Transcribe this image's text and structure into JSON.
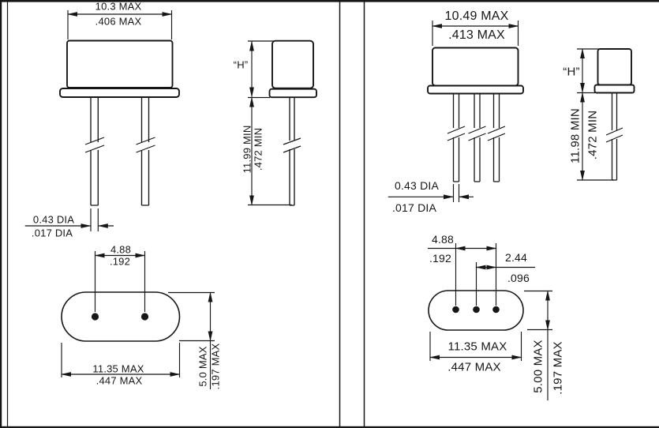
{
  "drawing": {
    "left_package": {
      "front": {
        "body_width_mm": "10.3 MAX",
        "body_width_in": ".406 MAX",
        "lead_dia_mm": "0.43 DIA",
        "lead_dia_in": ".017 DIA"
      },
      "side": {
        "height_label": "“H”",
        "lead_length_mm": "11.99 MIN",
        "lead_length_in": ".472 MIN"
      },
      "bottom": {
        "pin_spacing_mm": "4.88",
        "pin_spacing_in": ".192",
        "body_length_mm": "11.35 MAX",
        "body_length_in": ".447 MAX",
        "body_width_mm": "5.0 MAX",
        "body_width_in": ".197 MAX"
      }
    },
    "right_package": {
      "front": {
        "body_width_mm": "10.49 MAX",
        "body_width_in": ".413 MAX",
        "lead_dia_mm": "0.43 DIA",
        "lead_dia_in": ".017 DIA"
      },
      "side": {
        "height_label": "“H”",
        "lead_length_mm": "11.98 MIN",
        "lead_length_in": ".472 MIN"
      },
      "bottom": {
        "pin_span_mm": "4.88",
        "pin_span_in": ".192",
        "pin_pitch_mm": "2.44",
        "pin_pitch_in": ".096",
        "body_length_mm": "11.35 MAX",
        "body_length_in": ".447 MAX",
        "body_width_mm": "5.00 MAX",
        "body_width_in": ".197 MAX"
      }
    }
  },
  "colors": {
    "ink": "#161616",
    "paper": "#ffffff"
  }
}
